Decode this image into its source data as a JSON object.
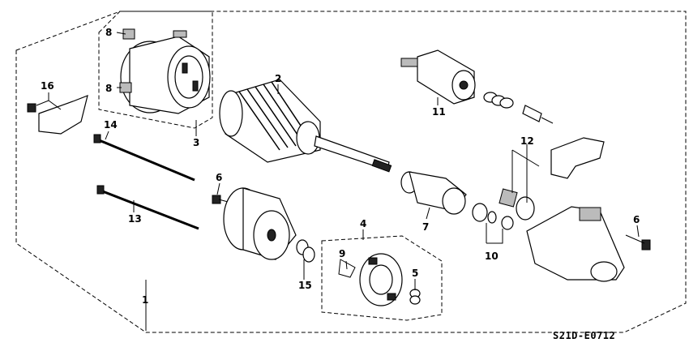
{
  "diagram_code": "S21D-E0712",
  "parts": [
    {
      "id": "p1",
      "label": "1"
    },
    {
      "id": "p2",
      "label": "2"
    },
    {
      "id": "p3",
      "label": "3"
    },
    {
      "id": "p4",
      "label": "4"
    },
    {
      "id": "p5",
      "label": "5"
    },
    {
      "id": "p6a",
      "label": "6"
    },
    {
      "id": "p6b",
      "label": "6"
    },
    {
      "id": "p7",
      "label": "7"
    },
    {
      "id": "p8a",
      "label": "8"
    },
    {
      "id": "p8b",
      "label": "8"
    },
    {
      "id": "p9",
      "label": "9"
    },
    {
      "id": "p10",
      "label": "10"
    },
    {
      "id": "p11",
      "label": "11"
    },
    {
      "id": "p12",
      "label": "12"
    },
    {
      "id": "p13",
      "label": "13"
    },
    {
      "id": "p14",
      "label": "14"
    },
    {
      "id": "p15",
      "label": "15"
    },
    {
      "id": "p16",
      "label": "16"
    }
  ]
}
